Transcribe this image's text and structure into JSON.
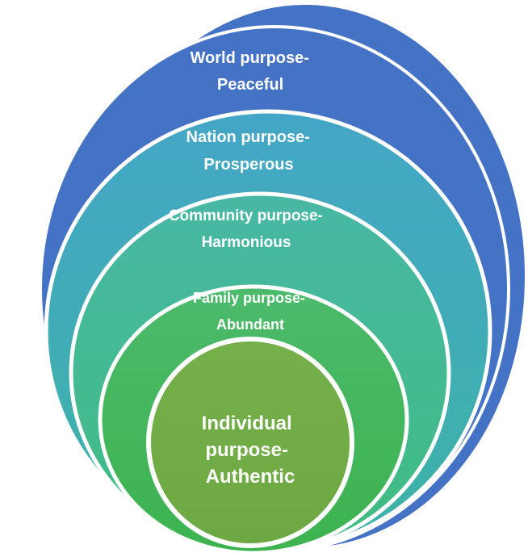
{
  "layers": [
    {
      "id": "world",
      "line1": "World purpose-",
      "line2": "Peaceful",
      "lines": [
        "World purpose-",
        "Peaceful"
      ],
      "color": "#4472C4"
    },
    {
      "id": "nation",
      "line1": "Nation purpose-",
      "line2": "Prosperous",
      "lines": [
        "Nation purpose-",
        "Prosperous"
      ],
      "color": "#3FA8C2"
    },
    {
      "id": "community",
      "line1": "Community purpose-",
      "line2": "Harmonious",
      "lines": [
        "Community purpose-",
        "Harmonious"
      ],
      "color": "#43BA92"
    },
    {
      "id": "family",
      "line1": "Family purpose-",
      "line2": "Abundant",
      "lines": [
        "Family purpose-",
        "Abundant"
      ],
      "color": "#42B557"
    },
    {
      "id": "individual",
      "line1": "Individual",
      "line2": "purpose-",
      "line3": "Authentic",
      "lines": [
        "Individual",
        "purpose-",
        "Authentic"
      ],
      "color": "#70AD47"
    }
  ]
}
